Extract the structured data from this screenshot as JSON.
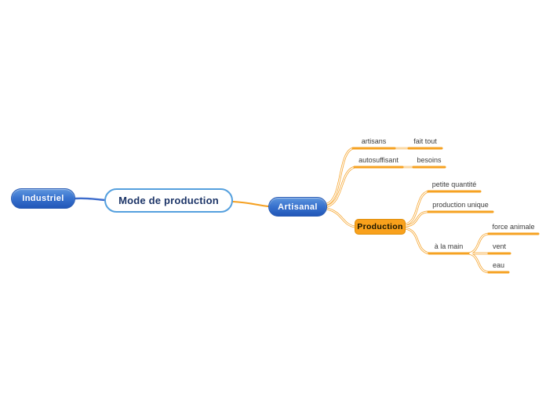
{
  "colors": {
    "branch_orange": "#f6a222",
    "branch_orange_light": "#fbd9a6",
    "connector_blue": "#3d6ccc",
    "node_blue_gradient_top": "#5e96de",
    "node_blue_gradient_bottom": "#2257b8",
    "node_orange_fill": "#f9a11c",
    "root_border_blue": "#55a0de",
    "root_text_navy": "#1c3467",
    "leaf_text_gray": "#3c3c3c",
    "background": "#ffffff"
  },
  "nodes": {
    "industriel": {
      "label": "Industriel"
    },
    "root": {
      "label": "Mode de production"
    },
    "artisanal": {
      "label": "Artisanal"
    },
    "production": {
      "label": "Production"
    }
  },
  "leaves": {
    "artisans": {
      "label": "artisans"
    },
    "fait_tout": {
      "label": "fait tout"
    },
    "autosuffisant": {
      "label": "autosuffisant"
    },
    "besoins": {
      "label": "besoins"
    },
    "petite_quantite": {
      "label": "petite quantité"
    },
    "production_unique": {
      "label": "production unique"
    },
    "a_la_main": {
      "label": "à la main"
    },
    "force_animale": {
      "label": "force animale"
    },
    "vent": {
      "label": "vent"
    },
    "eau": {
      "label": "eau"
    }
  }
}
